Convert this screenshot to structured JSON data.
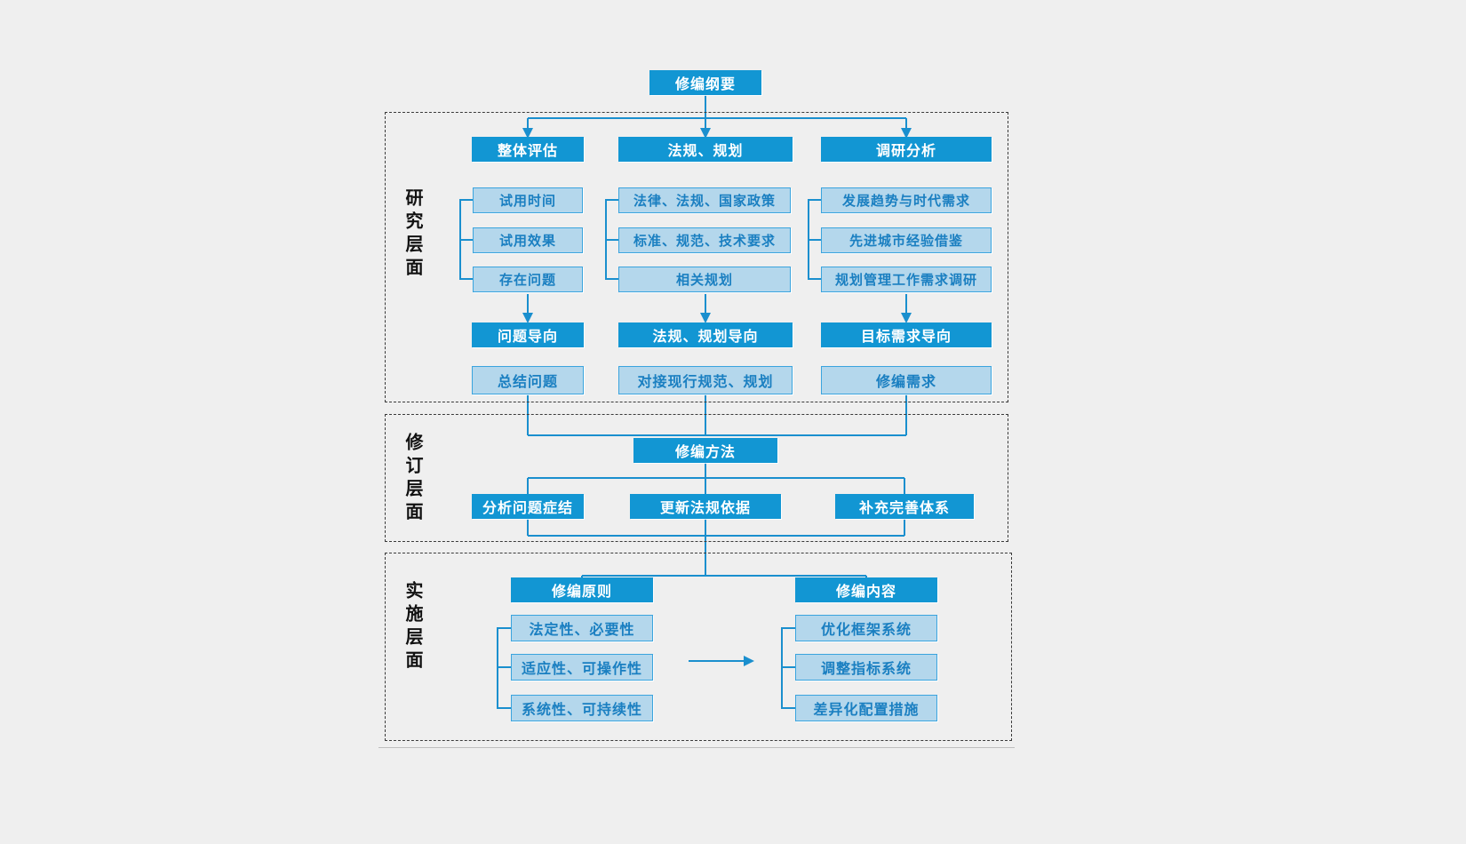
{
  "diagram": {
    "title": "修编纲要",
    "root": {
      "label": "修编纲要"
    },
    "layers": [
      {
        "id": "research",
        "label": "研究层面",
        "columns": [
          {
            "header": "整体评估",
            "items": [
              "试用时间",
              "试用效果",
              "存在问题"
            ],
            "result": "问题导向",
            "output": "总结问题"
          },
          {
            "header": "法规、规划",
            "items": [
              "法律、法规、国家政策",
              "标准、规范、技术要求",
              "相关规划"
            ],
            "result": "法规、规划导向",
            "output": "对接现行规范、规划"
          },
          {
            "header": "调研分析",
            "items": [
              "发展趋势与时代需求",
              "先进城市经验借鉴",
              "规划管理工作需求调研"
            ],
            "result": "目标需求导向",
            "output": "修编需求"
          }
        ]
      },
      {
        "id": "revision",
        "label": "修订层面",
        "header": "修编方法",
        "items": [
          "分析问题症结",
          "更新法规依据",
          "补充完善体系"
        ]
      },
      {
        "id": "implementation",
        "label": "实施层面",
        "groups": [
          {
            "header": "修编原则",
            "items": [
              "法定性、必要性",
              "适应性、可操作性",
              "系统性、可持续性"
            ]
          },
          {
            "header": "修编内容",
            "items": [
              "优化框架系统",
              "调整指标系统",
              "差异化配置措施"
            ]
          }
        ]
      }
    ],
    "colors": {
      "accent_dark": "#1296d3",
      "accent_light": "#b4d7ec",
      "accent_border": "#3aa4de",
      "light_text": "#1a7fc1",
      "background": "#efefef",
      "layer_border": "#3a3a3a"
    }
  }
}
